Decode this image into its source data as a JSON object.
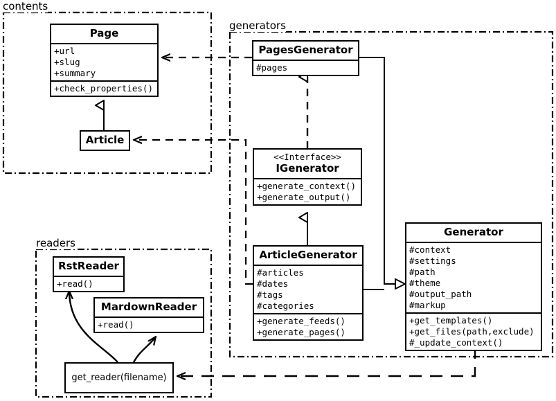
{
  "diagram": {
    "title": "Pelican architecture UML class diagram",
    "stroke_color": "#000000",
    "background": "#ffffff"
  },
  "packages": [
    {
      "id": "contents",
      "label": "contents"
    },
    {
      "id": "generators",
      "label": "generators"
    },
    {
      "id": "readers",
      "label": "readers"
    }
  ],
  "classes": {
    "page": {
      "name": "Page",
      "attributes": [
        "+url",
        "+slug",
        "+summary"
      ],
      "methods": [
        "+check_properties()"
      ]
    },
    "article": {
      "name": "Article",
      "attributes": [],
      "methods": []
    },
    "pages_generator": {
      "name": "PagesGenerator",
      "attributes": [
        "#pages"
      ],
      "methods": []
    },
    "igenerator": {
      "stereotype": "<<Interface>>",
      "name": "IGenerator",
      "attributes": [],
      "methods": [
        "+generate_context()",
        "+generate_output()"
      ]
    },
    "article_generator": {
      "name": "ArticleGenerator",
      "attributes": [
        "#articles",
        "#dates",
        "#tags",
        "#categories"
      ],
      "methods": [
        "+generate_feeds()",
        "+generate_pages()"
      ]
    },
    "generator": {
      "name": "Generator",
      "attributes": [
        "#context",
        "#settings",
        "#path",
        "#theme",
        "#output_path",
        "#markup"
      ],
      "methods": [
        "+get_templates()",
        "+get_files(path,exclude)",
        "#_update_context()"
      ]
    },
    "rst_reader": {
      "name": "RstReader",
      "attributes": [],
      "methods": [
        "+read()"
      ]
    },
    "mardown_reader": {
      "name": "MardownReader",
      "attributes": [],
      "methods": [
        "+read()"
      ]
    },
    "get_reader": {
      "name": "get_reader(filename)"
    }
  },
  "relationships": [
    {
      "type": "generalization",
      "from": "article",
      "to": "page"
    },
    {
      "type": "realization",
      "from": "pages_generator",
      "to": "igenerator"
    },
    {
      "type": "generalization",
      "from": "article_generator",
      "to": "igenerator"
    },
    {
      "type": "generalization",
      "from": "pages_generator",
      "to": "generator"
    },
    {
      "type": "generalization",
      "from": "article_generator",
      "to": "generator"
    },
    {
      "type": "dependency",
      "from": "pages_generator",
      "to": "page"
    },
    {
      "type": "dependency",
      "from": "article_generator",
      "to": "article"
    },
    {
      "type": "dependency",
      "from": "generator",
      "to": "get_reader"
    },
    {
      "type": "dependency",
      "from": "get_reader",
      "to": "rst_reader"
    },
    {
      "type": "dependency",
      "from": "get_reader",
      "to": "mardown_reader"
    }
  ]
}
